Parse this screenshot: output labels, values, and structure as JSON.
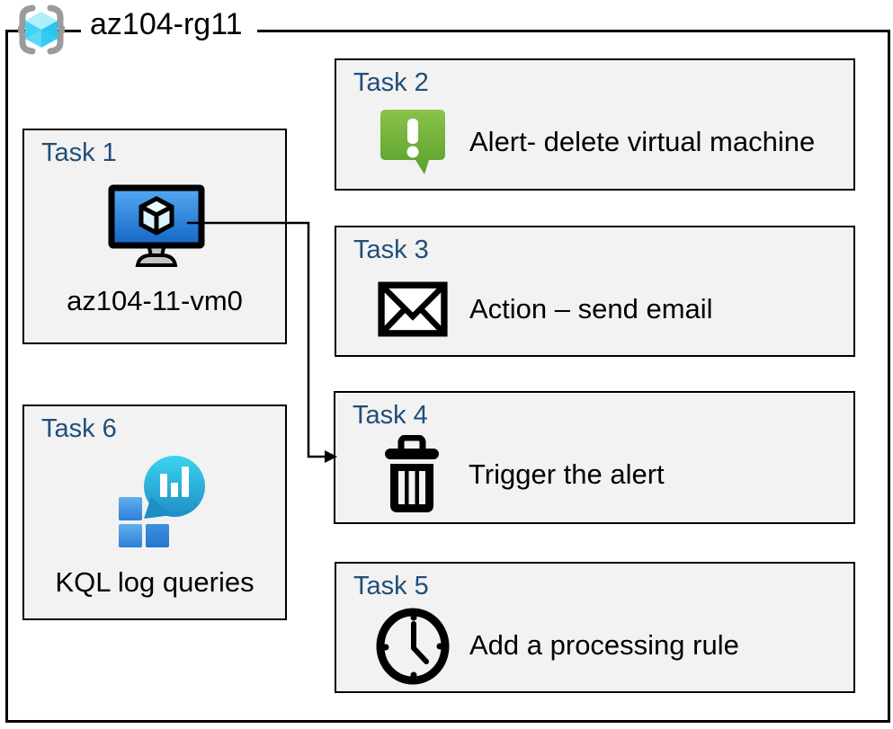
{
  "header": {
    "title": "az104-rg11",
    "icon": "resource-group-icon"
  },
  "tasks": [
    {
      "label": "Task 1",
      "text": "az104-11-vm0",
      "icon": "virtual-machine-icon"
    },
    {
      "label": "Task 2",
      "text": "Alert- delete virtual machine",
      "icon": "alert-icon"
    },
    {
      "label": "Task 3",
      "text": "Action – send email",
      "icon": "email-icon"
    },
    {
      "label": "Task 4",
      "text": "Trigger the alert",
      "icon": "trash-icon"
    },
    {
      "label": "Task 5",
      "text": "Add a processing rule",
      "icon": "clock-icon"
    },
    {
      "label": "Task 6",
      "text": "KQL log queries",
      "icon": "log-analytics-icon"
    }
  ],
  "connector": {
    "from": "Task 1",
    "to": "Task 4"
  },
  "colors": {
    "heading_blue": "#1F4E79",
    "box_background": "#F2F2F2",
    "border_black": "#000000",
    "alert_green_top": "#8BC24A",
    "alert_green_bottom": "#57A02C",
    "vm_screen_top": "#55AAF2",
    "vm_screen_bottom": "#1365C6",
    "rg_cube_cyan": "#55D9F5",
    "bracket_gray": "#9B9B9B",
    "kql_balloon_top": "#3BD4EF",
    "kql_balloon_bottom": "#1F8DC6",
    "kql_square_top": "#5FB0EB",
    "kql_square_bottom": "#2E7FD8"
  }
}
